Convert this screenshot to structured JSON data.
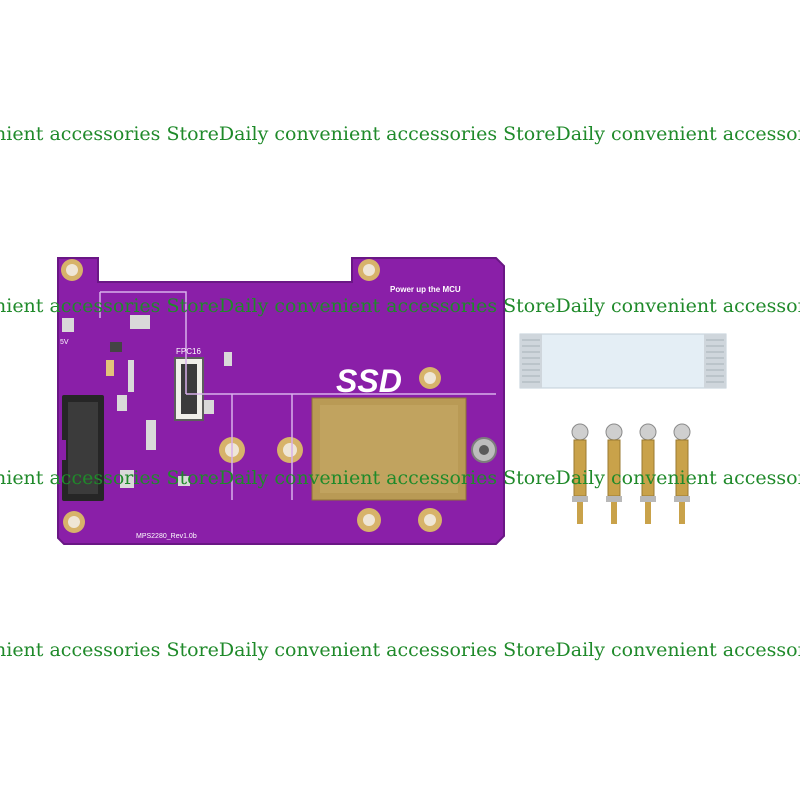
{
  "product": {
    "board_label_top": "Power up the MCU",
    "board_label_main": "SSD",
    "board_label_fpc": "FPC16",
    "board_label_model": "MPS2280_Rev1.0b",
    "board_label_5v": "5V"
  },
  "watermark": {
    "text": "nient accessories StoreDaily convenient accessories StoreDaily convenient accessories StoreDaily"
  },
  "colors": {
    "pcb": "#8a1fa8",
    "pcb_dark": "#6a1785",
    "gold": "#c9a24a",
    "watermark": "#1f8a2a",
    "background": "#ffffff"
  }
}
